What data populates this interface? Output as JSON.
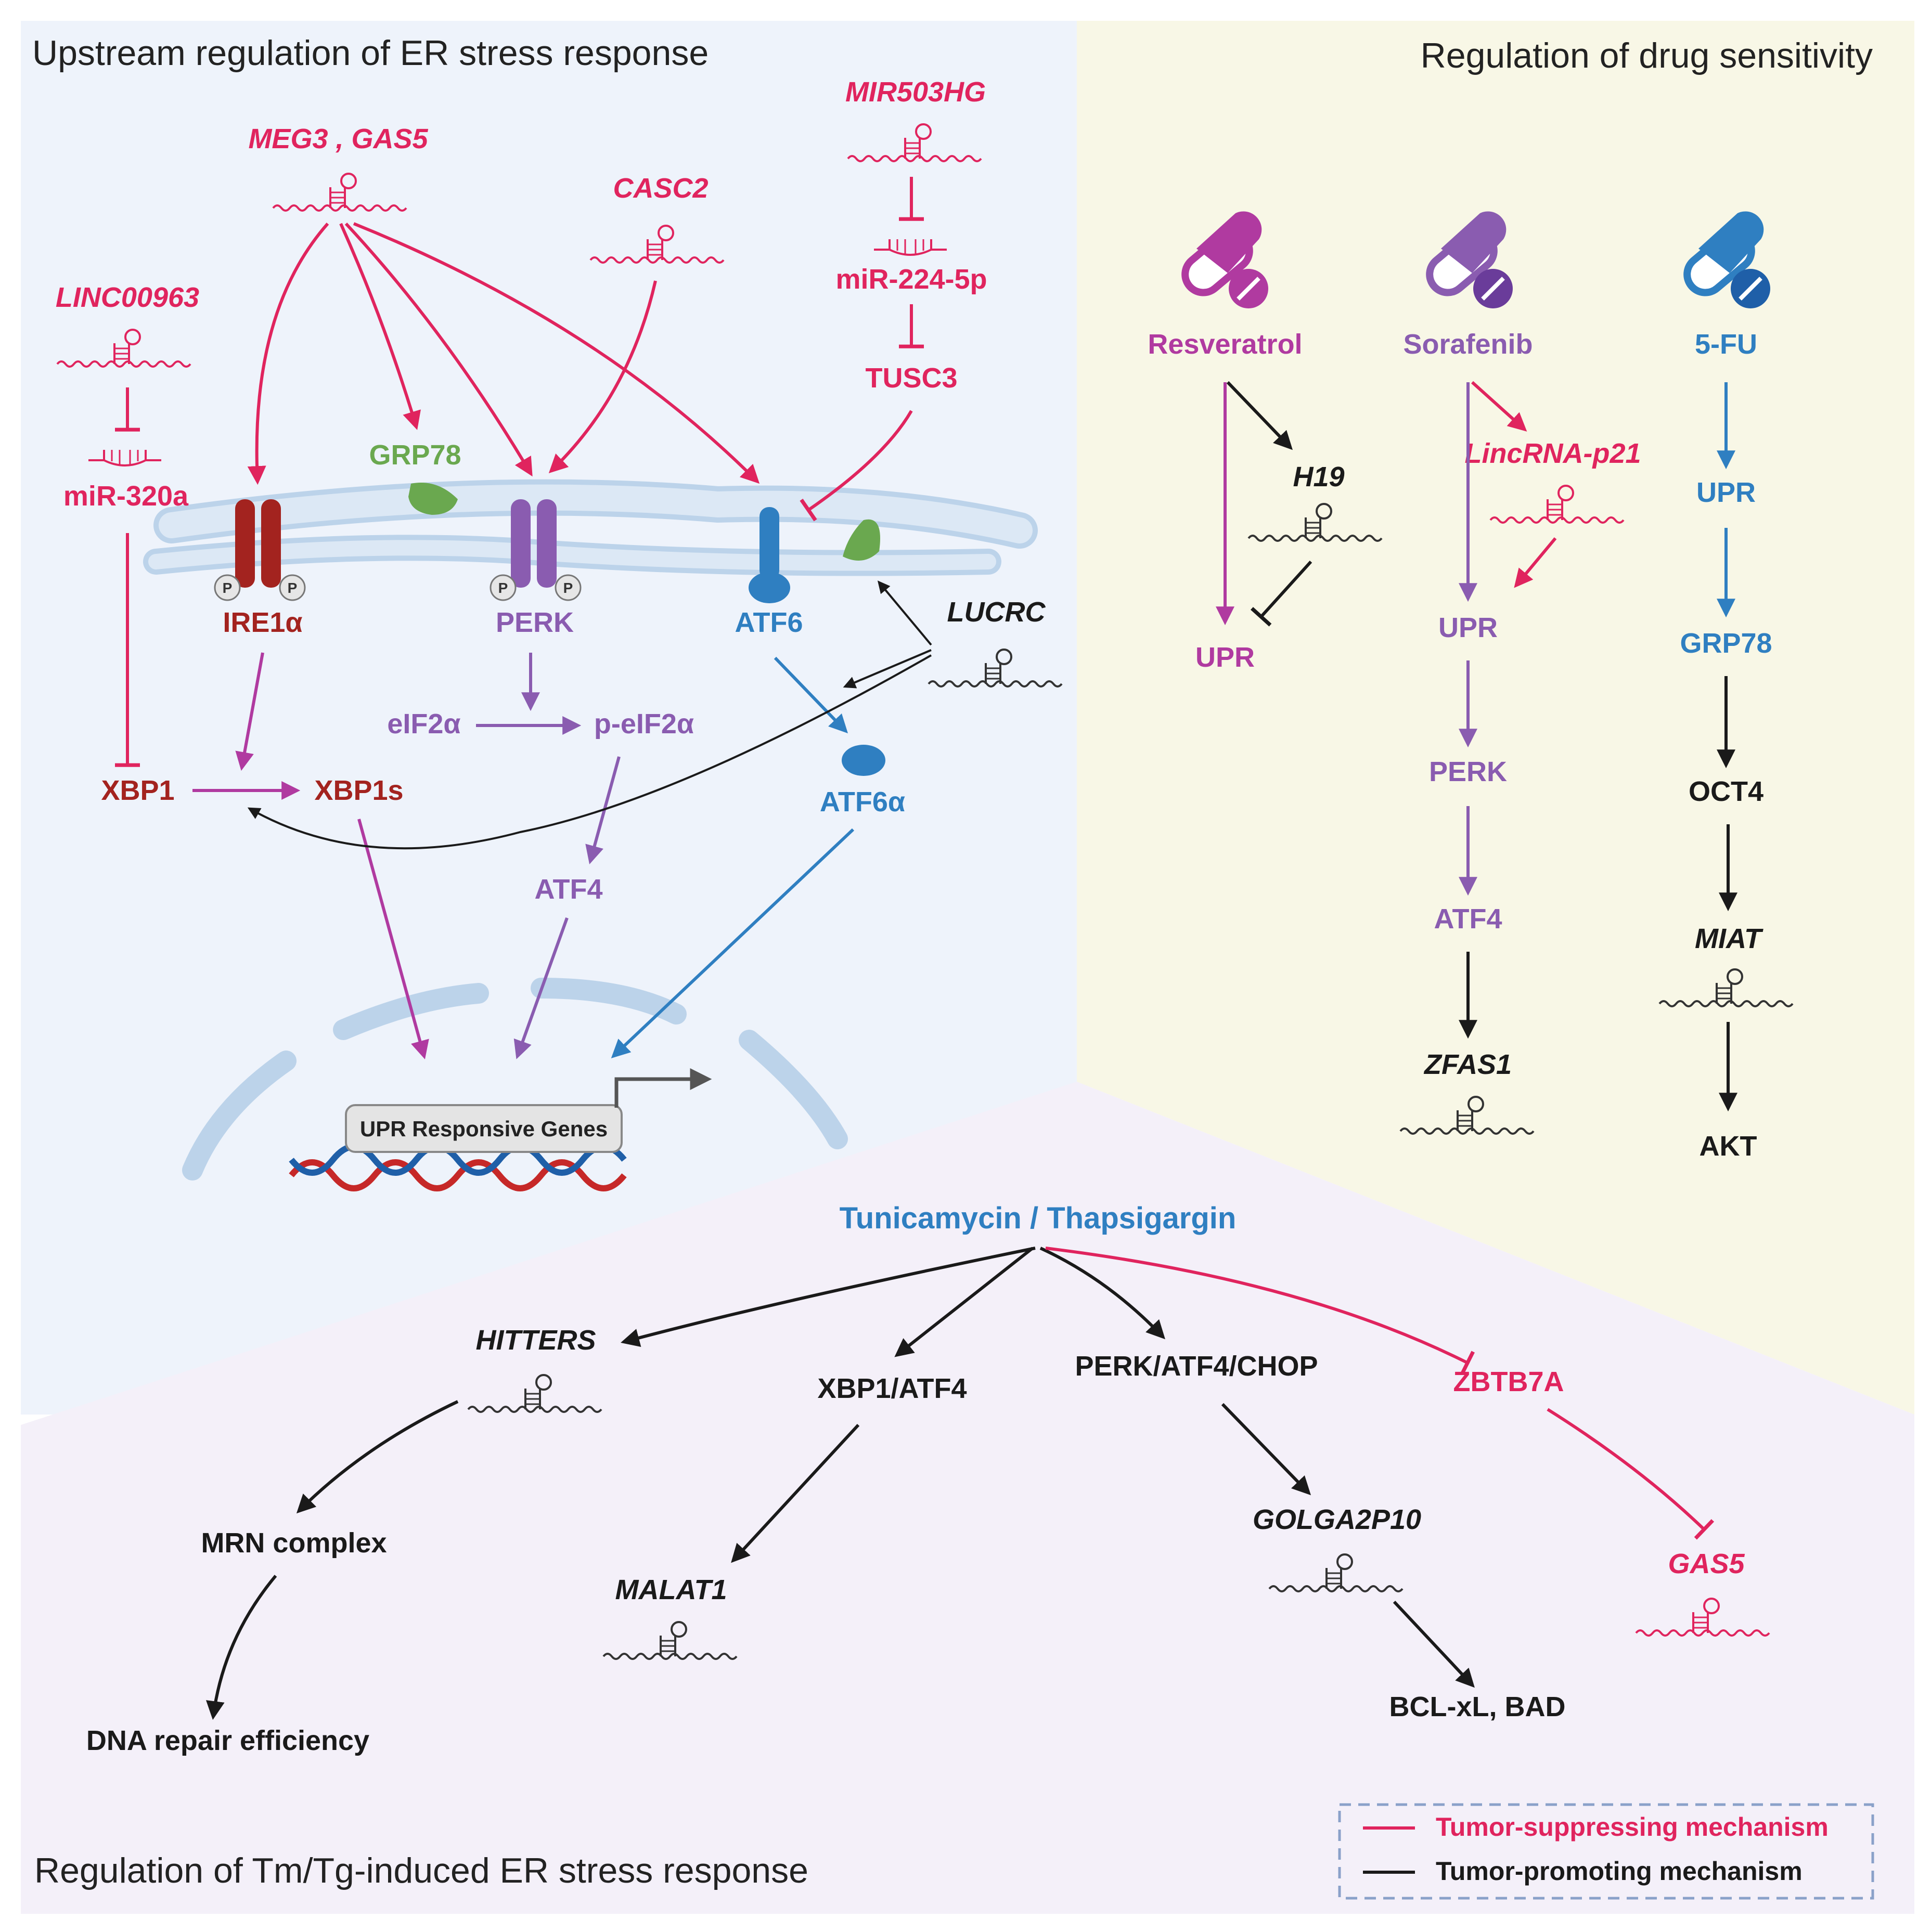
{
  "panels": {
    "upstream_title": "Upstream regulation of ER stress response",
    "drug_title": "Regulation of drug sensitivity",
    "tm_title": "Regulation of Tm/Tg-induced ER stress response"
  },
  "upstream": {
    "meg3_gas5": "MEG3 , GAS5",
    "casc2": "CASC2",
    "mir503hg": "MIR503HG",
    "mir224": "miR-224-5p",
    "tusc3": "TUSC3",
    "linc00963": "LINC00963",
    "mir320a": "miR-320a",
    "grp78": "GRP78",
    "ire1a": "IRE1α",
    "perk": "PERK",
    "atf6": "ATF6",
    "phospho": "P",
    "lucrc": "LUCRC",
    "eif2a": "eIF2α",
    "p_eif2a": "p-eIF2α",
    "xbp1": "XBP1",
    "xbp1s": "XBP1s",
    "atf6a": "ATF6α",
    "atf4": "ATF4",
    "upr_genes": "UPR Responsive Genes"
  },
  "drugs": {
    "resveratrol": {
      "name": "Resveratrol",
      "h19": "H19",
      "upr": "UPR"
    },
    "sorafenib": {
      "name": "Sorafenib",
      "lincrna": "LincRNA-p21",
      "upr": "UPR",
      "perk": "PERK",
      "atf4": "ATF4",
      "zfas1": "ZFAS1"
    },
    "fu": {
      "name": "5-FU",
      "upr": "UPR",
      "grp78": "GRP78",
      "oct4": "OCT4",
      "miat": "MIAT",
      "akt": "AKT"
    }
  },
  "tm": {
    "source": "Tunicamycin / Thapsigargin",
    "hitters": "HITTERS",
    "xbp1_atf4": "XBP1/ATF4",
    "perk_atf4_chop": "PERK/ATF4/CHOP",
    "zbtb7a": "ZBTB7A",
    "mrn": "MRN complex",
    "dna_repair": "DNA repair efficiency",
    "malat1": "MALAT1",
    "golga2p10": "GOLGA2P10",
    "bcl": "BCL-xL, BAD",
    "gas5": "GAS5"
  },
  "legend": {
    "suppressing": "Tumor-suppressing mechanism",
    "promoting": "Tumor-promoting mechanism"
  },
  "colors": {
    "red": "#e0245e",
    "darkred": "#a3231f",
    "purple": "#8a5cb0",
    "magenta": "#b03aa0",
    "blue": "#2f7fc1",
    "green": "#6aa84f",
    "black": "#1a1a1a",
    "upstream_bg": "#eef3fb",
    "drug_bg": "#f8f7e6",
    "tm_bg": "#f4f0f9"
  },
  "icons": [
    "rna-hairpin-icon",
    "mirna-icon",
    "pill-capsule-icon",
    "dna-helix-icon",
    "gene-promoter-arrow-icon"
  ]
}
